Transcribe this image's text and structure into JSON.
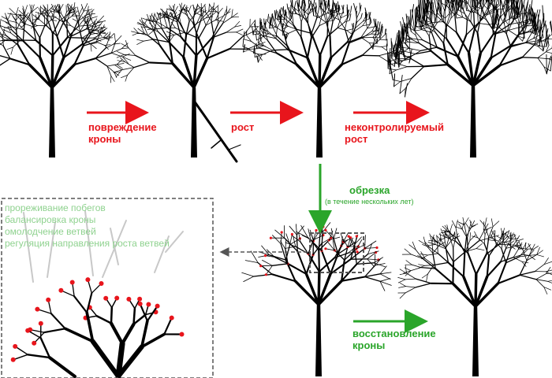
{
  "labels": {
    "crown_damage_line1": "повреждение",
    "crown_damage_line2": "кроны",
    "growth": "рост",
    "uncontrolled_line1": "неконтролируемый",
    "uncontrolled_line2": "рост",
    "pruning": "обрезка",
    "pruning_note": "(в течение нескольких лет)",
    "restoration_line1": "восстановление",
    "restoration_line2": "кроны"
  },
  "pruning_goals": [
    "прореживание побегов",
    "балансировка кроны",
    "омолодчение ветвей",
    "регуляция направления роста ветвей"
  ],
  "colors": {
    "damage_arrow": "#e8151c",
    "restoration_arrow": "#2aa52a",
    "pruning_text": "#2aa52a",
    "goals_text": "#8fd28f",
    "tree": "#000000",
    "pruned_branches": "#c8c8c8",
    "cut_marks": "#e8151c",
    "dashed_frame": "#555555"
  }
}
